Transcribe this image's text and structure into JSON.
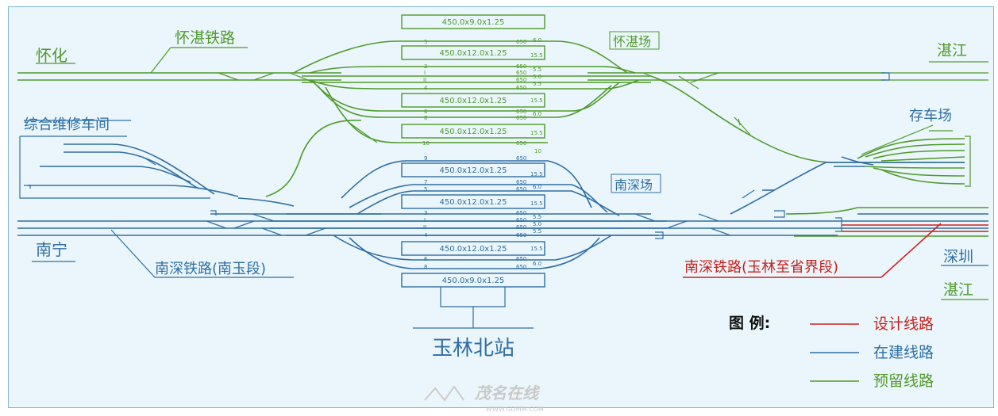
{
  "colors": {
    "design_line": "#c8201c",
    "under_construction_line": "#2f6ea5",
    "reserved_line": "#4f9a2a",
    "background": "#eaf6fb"
  },
  "labels": {
    "huaihua": "怀化",
    "huaizhan_railway": "怀湛铁路",
    "huaizhan_yard": "怀湛场",
    "zhanjiang_top": "湛江",
    "maintenance_depot": "综合维修车间",
    "storage_yard": "存车场",
    "nanshen_yard": "南深场",
    "nanning": "南宁",
    "nanshen_railway_nanyu": "南深铁路(南玉段)",
    "nanshen_railway_yulin": "南深铁路(玉林至省界段)",
    "shenzhen": "深圳",
    "zhanjiang_bottom": "湛江",
    "station_name": "玉林北站"
  },
  "platforms": {
    "p1": "450.0x9.0x1.25",
    "p2": "450.0x12.0x1.25",
    "p3": "450.0x12.0x1.25",
    "p4": "450.0x12.0x1.25",
    "p5": "450.0x12.0x1.25",
    "p6": "450.0x12.0x1.25",
    "p7": "450.0x12.0x1.25",
    "p8": "450.0x9.0x1.25"
  },
  "tracks": {
    "top": {
      "t5": "5",
      "t3": "3",
      "tI": "I",
      "tII": "II",
      "t4": "4",
      "t6": "6",
      "t8": "8",
      "t10": "10",
      "l650a": "650",
      "l650b": "650",
      "l650c": "650",
      "l650d": "650",
      "l650e": "650",
      "l650f": "650",
      "l650g": "650",
      "l650h": "650",
      "v60a": "6.0",
      "v155a": "15.5",
      "v55a": "5.5",
      "v50a": "5.0",
      "v55b": "5.5",
      "v155b": "15.5",
      "v60b": "6.0",
      "v155c": "15.5",
      "v10": "10"
    },
    "bottom": {
      "t9": "9",
      "t7": "7",
      "t5": "5",
      "t3": "3",
      "tI": "I",
      "tII": "II",
      "t4": "4",
      "t6": "6",
      "t8": "8",
      "l650a": "650",
      "l650b": "650",
      "l650c": "650",
      "l650d": "650",
      "l650e": "650",
      "l650f": "650",
      "l650g": "650",
      "l650h": "650",
      "l650i": "650",
      "v155a": "15.5",
      "v60a": "6.0",
      "v155b": "15.5",
      "v55a": "5.5",
      "v50a": "5.0",
      "v55b": "5.5",
      "v155c": "15.5",
      "v60b": "6.0"
    }
  },
  "legend": {
    "title": "图  例:",
    "design": "设计线路",
    "under_construction": "在建线路",
    "reserved": "预留线路"
  },
  "watermark": {
    "text": "茂名在线",
    "url": "WWW.GDMM.COM"
  }
}
